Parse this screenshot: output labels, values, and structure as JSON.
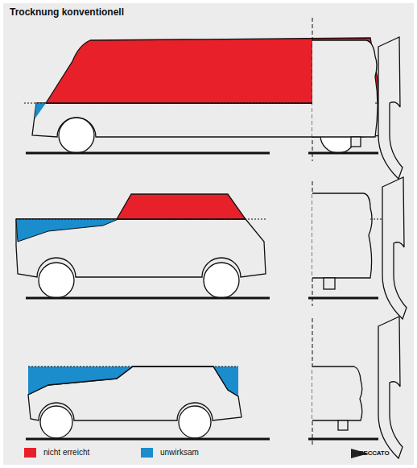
{
  "diagram": {
    "title": "Trocknung konventionell",
    "labels": [
      "CECCATO"
    ],
    "legend": [
      {
        "text": "nicht erreicht",
        "color": "#e8202a"
      },
      {
        "text": "unwirksam",
        "color": "#1b8ccc"
      }
    ]
  }
}
